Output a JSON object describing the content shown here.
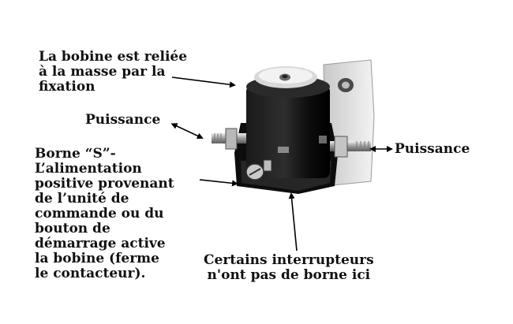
{
  "labels": {
    "coil_ground": "La bobine est reliée\nà la masse par la\nfixation",
    "power_left": "Puissance",
    "power_right": "Puissance",
    "s_terminal": "Borne “S”-\nL’alimentation\npositive provenant\nde l’unité de\ncommande ou du\nbouton de\ndémarrage active\nla bobine (ferme\nle contacteur).",
    "no_terminal": "Certains interrupteurs\nn'ont pas de borne ici"
  }
}
